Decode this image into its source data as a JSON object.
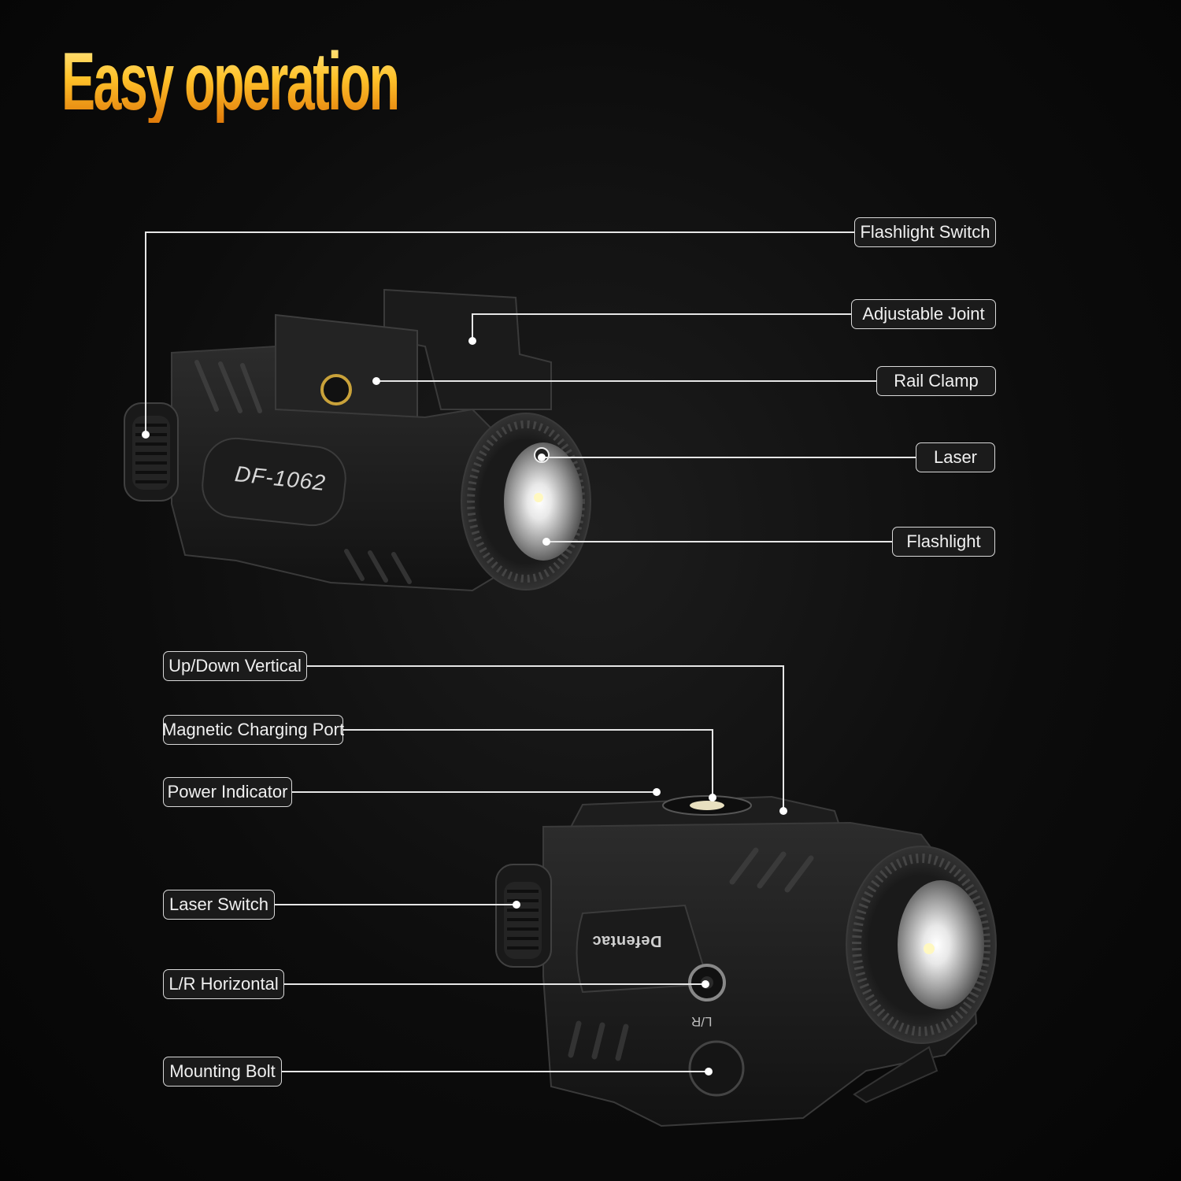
{
  "title": "Easy operation",
  "top_device": {
    "model_label": "DF-1062",
    "callouts": [
      "Flashlight Switch",
      "Adjustable Joint",
      "Rail Clamp",
      "Laser",
      "Flashlight"
    ]
  },
  "bottom_device": {
    "brand_label": "Defentac",
    "lr_label": "L/R",
    "callouts": [
      "Up/Down Vertical",
      "Magnetic Charging Port",
      "Power Indicator",
      "Laser Switch",
      "L/R Horizontal",
      "Mounting Bolt"
    ]
  },
  "colors": {
    "background": "#0c0c0c",
    "title_gradient_top": "#ffe88a",
    "title_gradient_bottom": "#e07a0a",
    "callout_border": "#d9d9d9",
    "leader_line": "#e6e6e6"
  }
}
